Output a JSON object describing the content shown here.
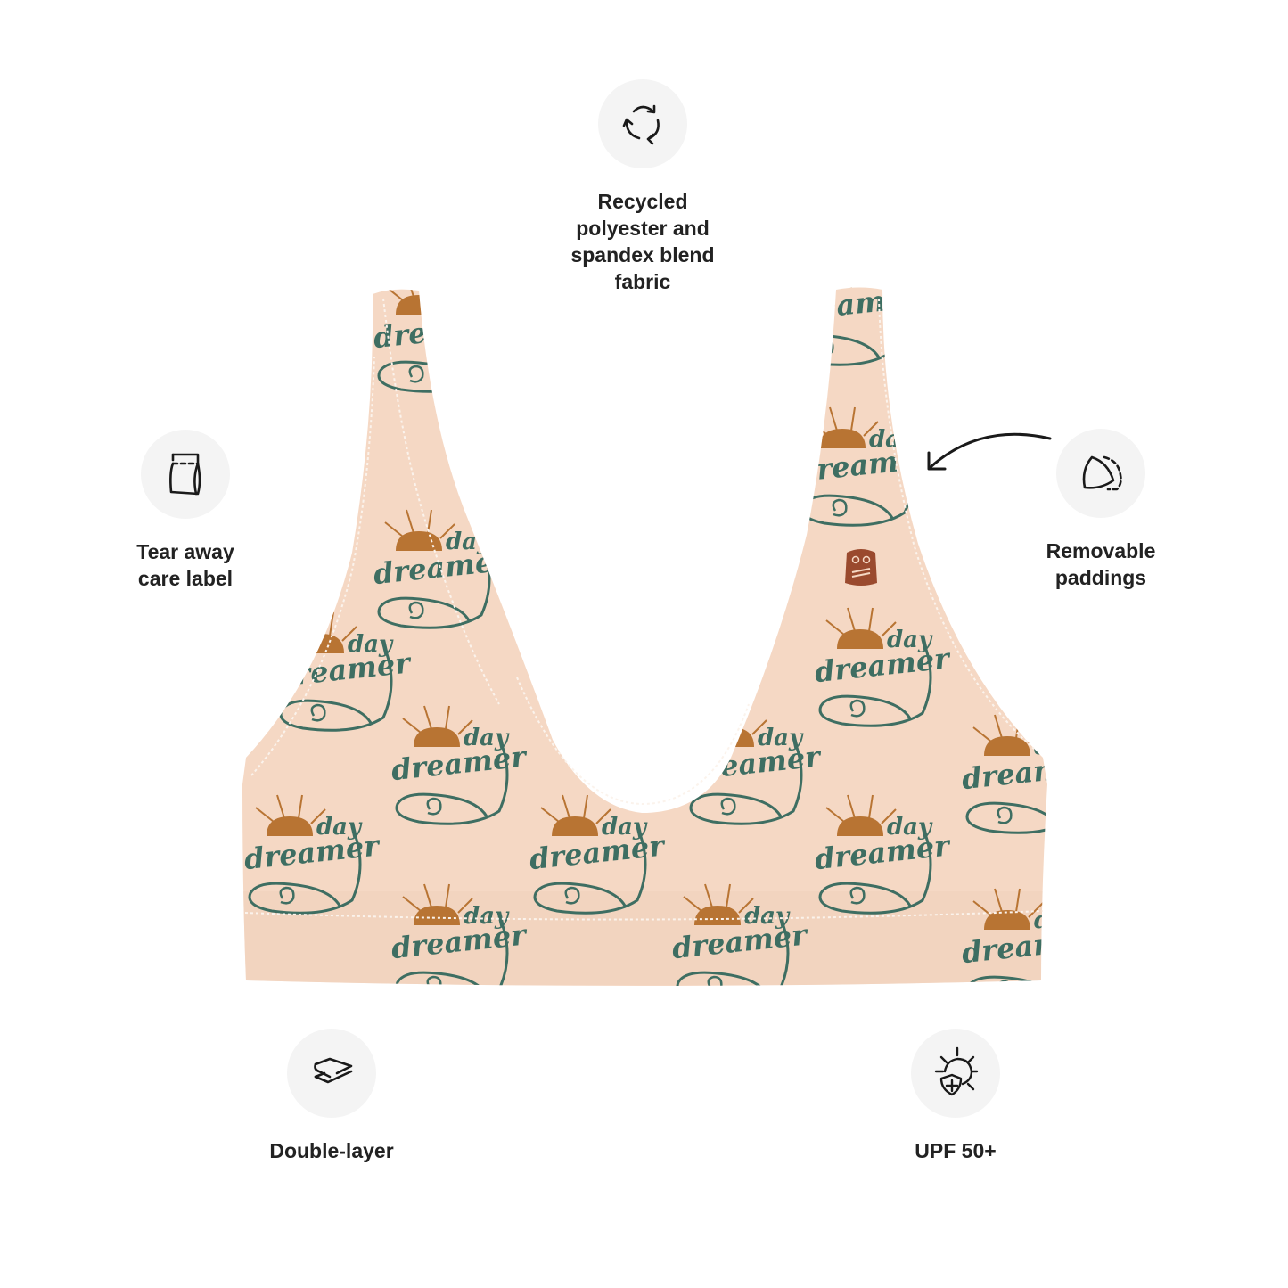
{
  "product": {
    "type": "padded bikini top",
    "print_text": "day dreamer",
    "colors": {
      "fabric": "#f5d8c4",
      "fabric_shadow": "#ecc8b1",
      "stitch": "#fbf3ec",
      "print_green": "#3e6e62",
      "print_sun": "#b87433",
      "owl_logo": "#9a4a2e"
    }
  },
  "features": [
    {
      "id": "recycled",
      "icon": "recycle-icon",
      "label": "Recycled\npolyester and\nspandex blend\nfabric"
    },
    {
      "id": "care-label",
      "icon": "tear-away-label-icon",
      "label": "Tear away\ncare label"
    },
    {
      "id": "paddings",
      "icon": "removable-padding-icon",
      "label": "Removable\npaddings"
    },
    {
      "id": "double-layer",
      "icon": "double-layer-icon",
      "label": "Double-layer"
    },
    {
      "id": "upf",
      "icon": "sun-shield-icon",
      "label": "UPF 50+"
    }
  ],
  "style": {
    "icon_bg": "#f4f4f4",
    "icon_stroke": "#1a1a1a",
    "label_color": "#222222"
  }
}
